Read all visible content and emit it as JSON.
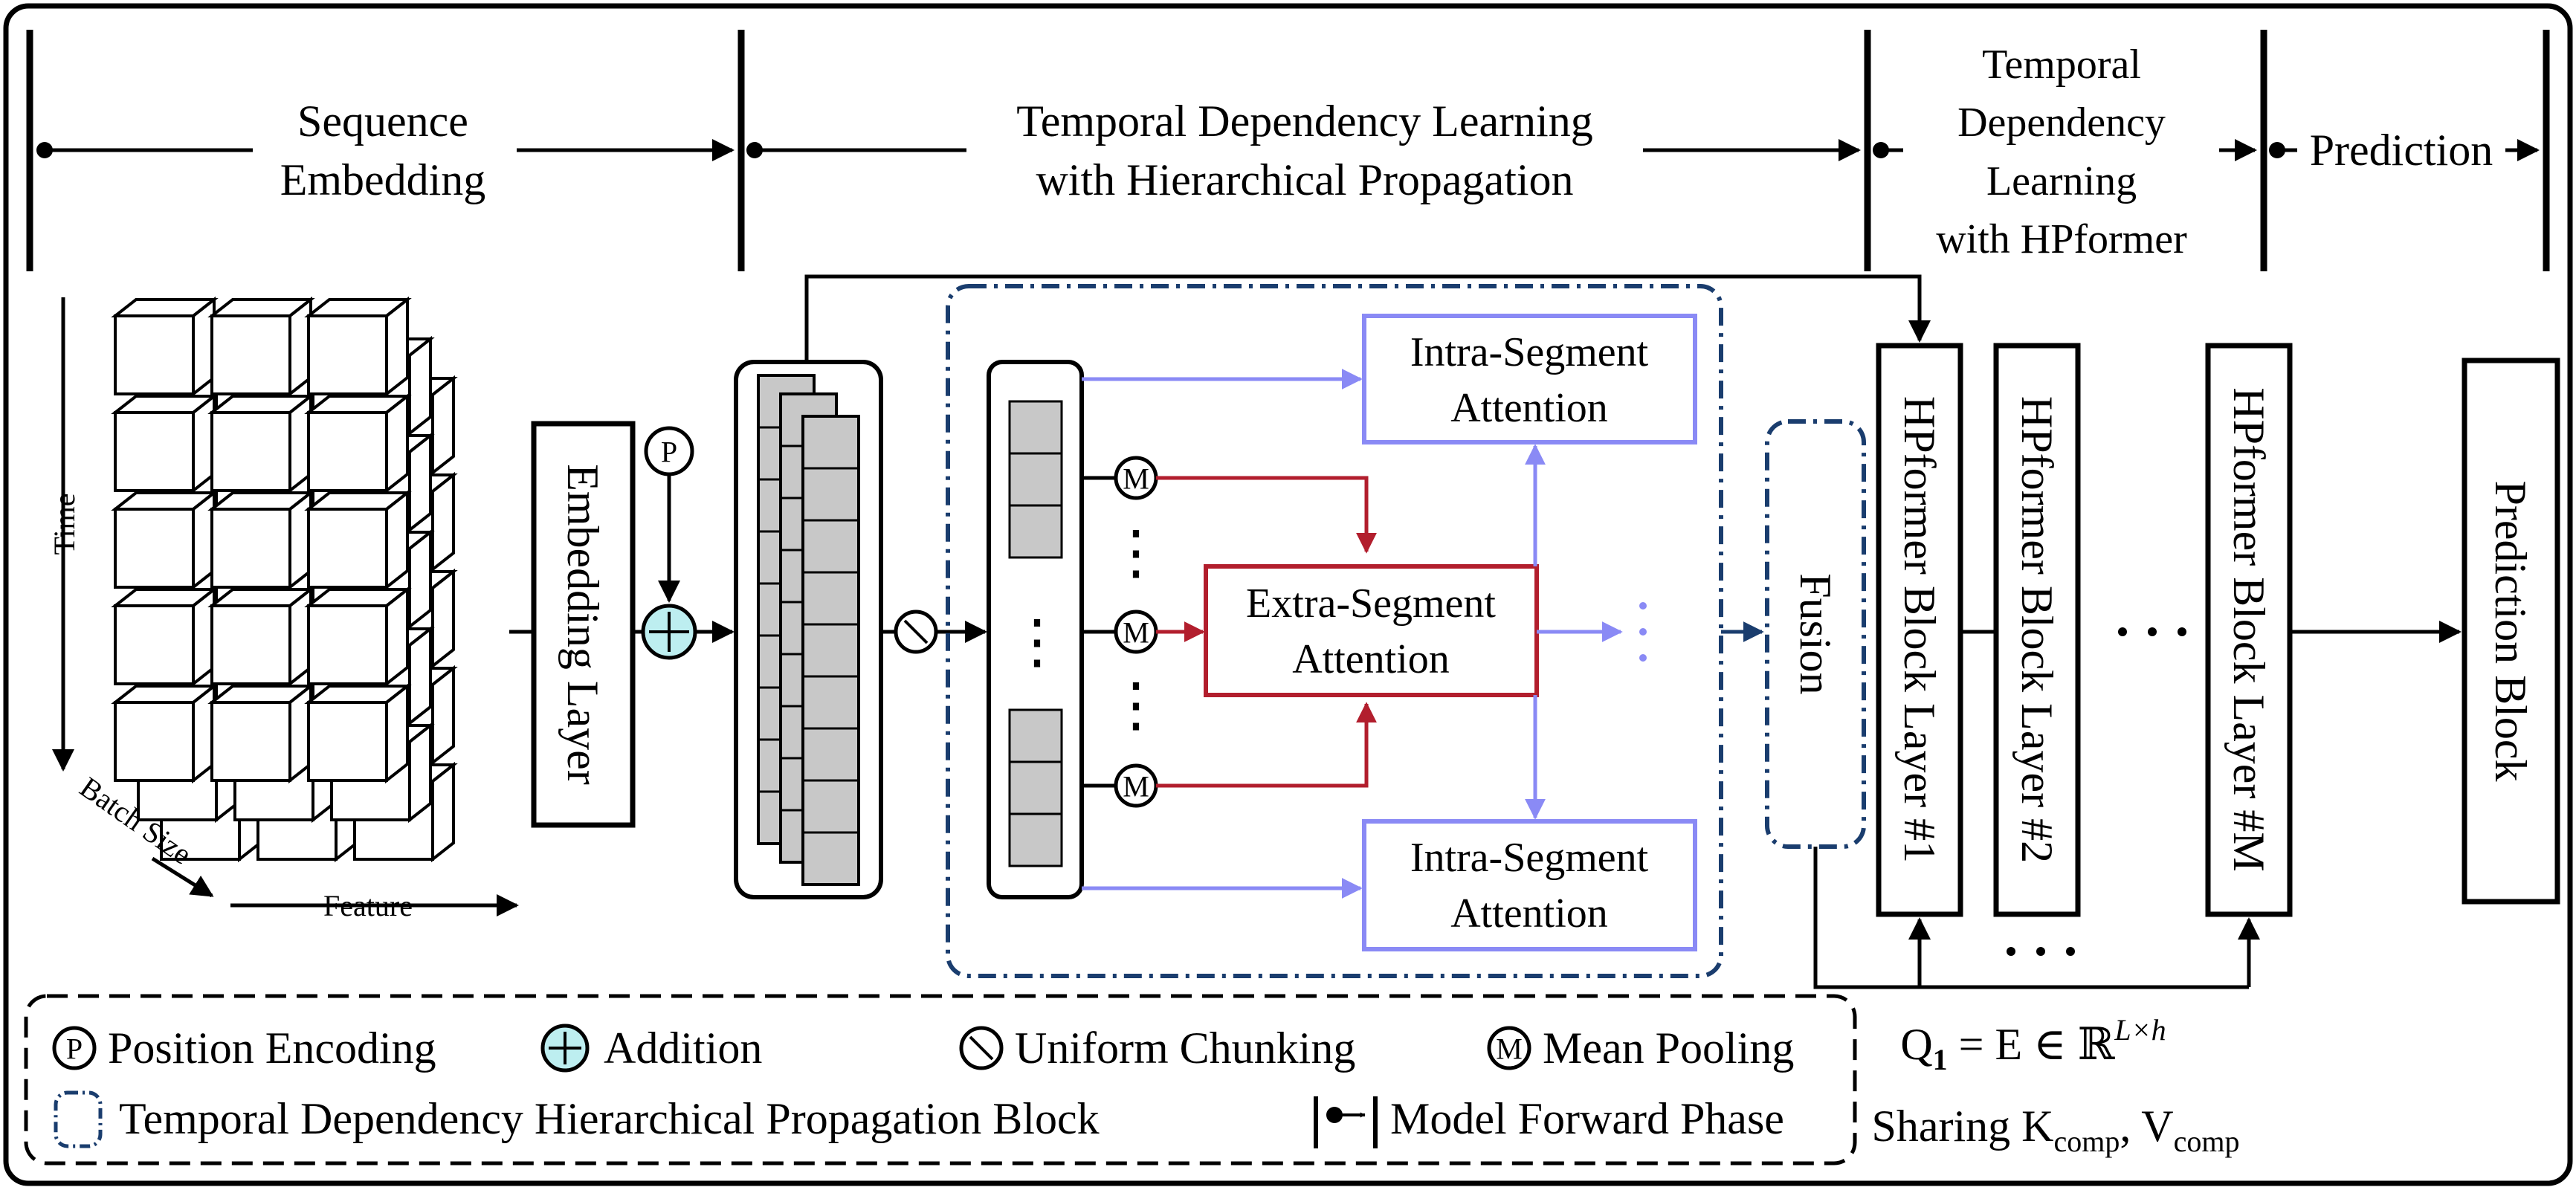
{
  "phases": {
    "sequence_embedding": [
      "Sequence",
      "Embedding"
    ],
    "temporal_hp": [
      "Temporal Dependency Learning",
      "with Hierarchical Propagation"
    ],
    "temporal_hpformer": [
      "Temporal",
      "Dependency",
      "Learning",
      "with HPformer"
    ],
    "prediction": "Prediction"
  },
  "axes": {
    "time": "Time",
    "batch_size": "Batch Size",
    "feature": "Feature"
  },
  "blocks": {
    "embedding_layer": "Embedding Layer",
    "position_symbol": "P",
    "mean_symbol": "M",
    "intra_top": [
      "Intra-Segment",
      "Attention"
    ],
    "extra": [
      "Extra-Segment",
      "Attention"
    ],
    "intra_bottom": [
      "Intra-Segment",
      "Attention"
    ],
    "fusion": "Fusion",
    "hp_layers": [
      "HPformer Block Layer #1",
      "HPformer Block Layer #2",
      "HPformer Block Layer #M"
    ],
    "prediction_block": "Prediction Block"
  },
  "legend": {
    "position_encoding": "Position Encoding",
    "addition": "Addition",
    "uniform_chunking": "Uniform Chunking",
    "mean_pooling": "Mean Pooling",
    "tdhp_block": "Temporal Dependency Hierarchical Propagation Block",
    "forward_phase": "Model Forward Phase"
  },
  "equations": {
    "q1": "Q1 = E ∈ ℝ^(L×h)",
    "sharing": "Sharing Kcomp, Vcomp"
  },
  "colors": {
    "blue_arrow": "#8a8af5",
    "red": "#b21e2d",
    "navy": "#1a3d6e",
    "add_fill": "#bdeef0",
    "cell": "#c8c8c8"
  }
}
